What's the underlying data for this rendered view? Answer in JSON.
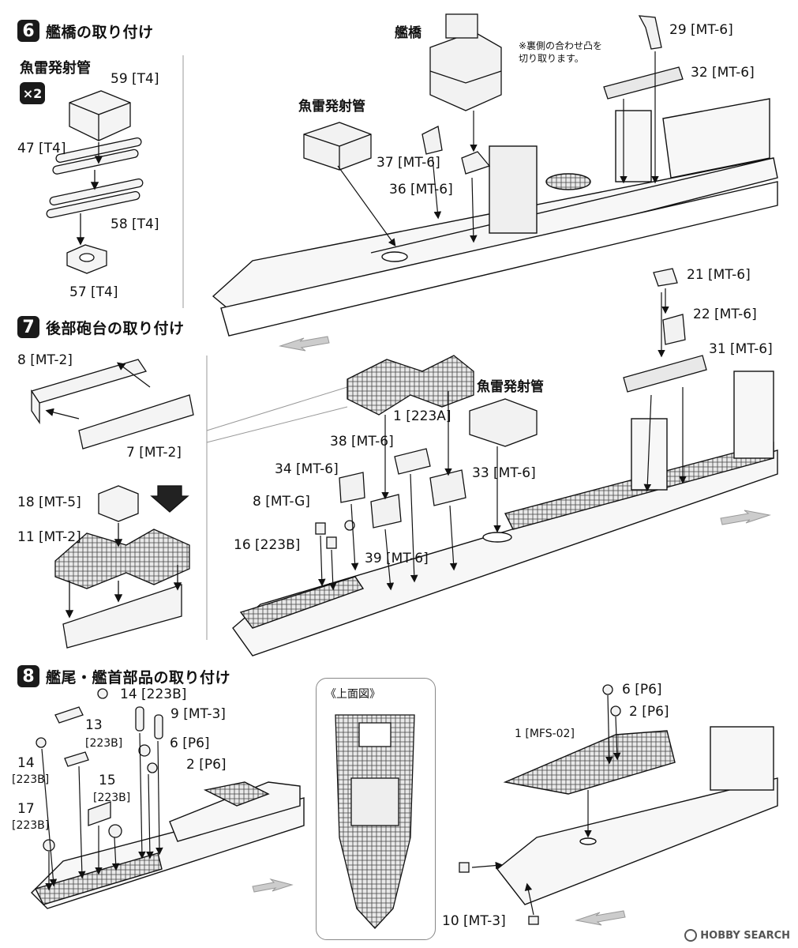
{
  "steps": {
    "s6": {
      "number": "6",
      "title": "艦橋の取り付け"
    },
    "s7": {
      "number": "7",
      "title": "後部砲台の取り付け"
    },
    "s8": {
      "number": "8",
      "title": "艦尾・艦首部品の取り付け"
    }
  },
  "subassembly": {
    "title": "魚雷発射管",
    "multiplier": "×2"
  },
  "labels": {
    "l59": "59 [T4]",
    "l47": "47 [T4]",
    "l58": "58 [T4]",
    "l57": "57 [T4]",
    "bridge": "艦橋",
    "torpedo_a": "魚雷発射管",
    "l37": "37 [MT-6]",
    "l36": "36 [MT-6]",
    "l29": "29 [MT-6]",
    "l32": "32 [MT-6]",
    "l21": "21 [MT-6]",
    "l22": "22 [MT-6]",
    "l31": "31 [MT-6]",
    "l8mt2": "8 [MT-2]",
    "l7mt2": "7 [MT-2]",
    "l18": "18 [MT-5]",
    "l11": "11 [MT-2]",
    "l1_223a": "1 [223A]",
    "torpedo_b": "魚雷発射管",
    "l38": "38 [MT-6]",
    "l34": "34 [MT-6]",
    "l33": "33 [MT-6]",
    "l8mtg": "8 [MT-G]",
    "l16": "16 [223B]",
    "l39": "39 [MT-6]",
    "l14a": "14 [223B]",
    "l9": "9 [MT-3]",
    "l13": "13",
    "l13b": "[223B]",
    "l6a": "6 [P6]",
    "l14b": "14",
    "l14bb": "[223B]",
    "l2a": "2 [P6]",
    "l15": "15",
    "l15b": "[223B]",
    "l17": "17",
    "l17b": "[223B]",
    "topview": "《上面図》",
    "l6b": "6 [P6]",
    "l2b": "2 [P6]",
    "l1mfs": "1 [MFS-02]",
    "l10": "10 [MT-3]"
  },
  "note": "※裏側の合わせ凸を\n切り取ります。",
  "watermark": "HOBBY SEARCH"
}
